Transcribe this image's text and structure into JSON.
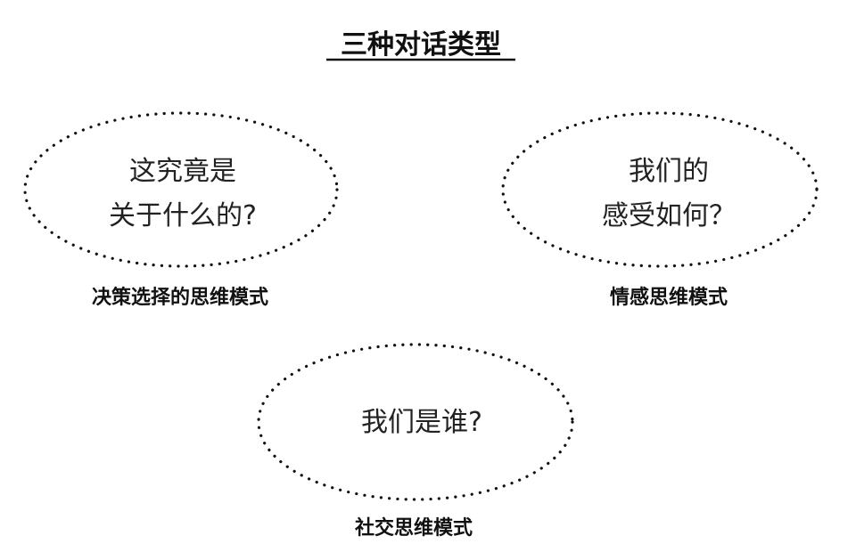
{
  "diagram": {
    "title": "三种对话类型",
    "nodes": [
      {
        "id": "decision",
        "question_lines": [
          "这究竟是",
          "关于什么的?"
        ],
        "label": "决策选择的思维模式"
      },
      {
        "id": "emotion",
        "question_lines": [
          "我们的",
          "感受如何？"
        ],
        "label": "情感思维模式"
      },
      {
        "id": "social",
        "question_lines": [
          "我们是谁?"
        ],
        "label": "社交思维模式"
      }
    ]
  }
}
